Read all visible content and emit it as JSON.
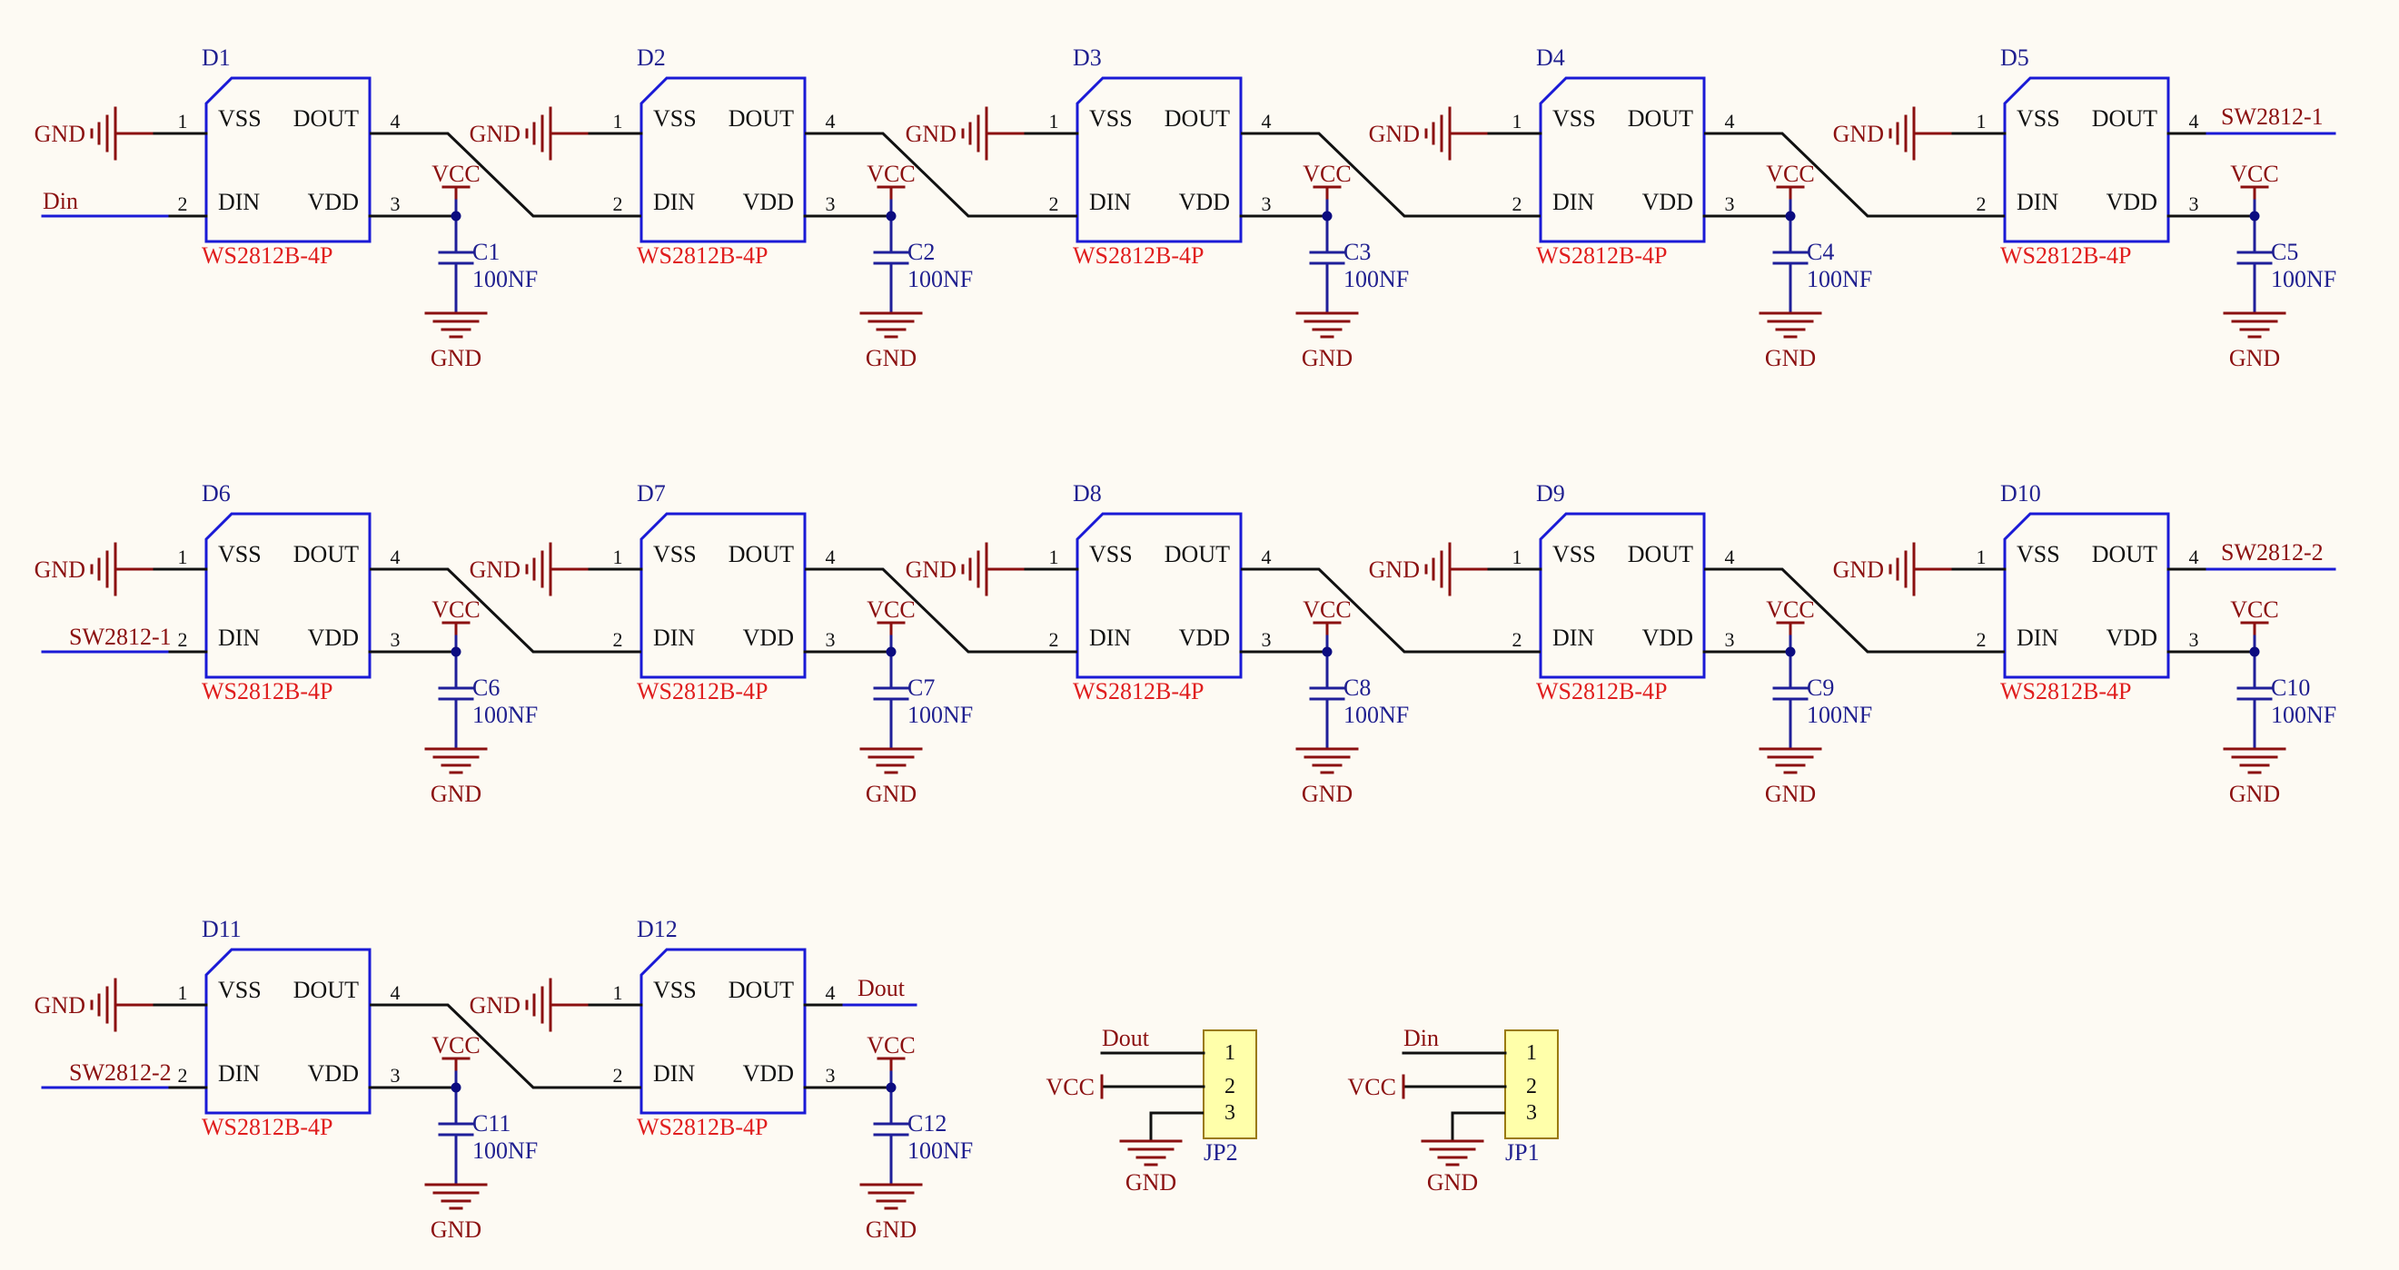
{
  "colors": {
    "background": "#fdfaf3",
    "body": "#1a1ad6",
    "wire": "#111111",
    "designator": "#1f1f8f",
    "comment": "#e01e1e",
    "power": "#8b1010",
    "cap": "#1f1f9a",
    "junction": "#0c0c80",
    "header_fill": "#ffffaa",
    "header_stroke": "#9a7a10"
  },
  "led": {
    "comment": "WS2812B-4P",
    "pins": {
      "vss": "VSS",
      "dout": "DOUT",
      "din": "DIN",
      "vdd": "VDD"
    },
    "pin_numbers": {
      "vss": "1",
      "dout": "4",
      "din": "2",
      "vdd": "3"
    }
  },
  "power": {
    "gnd": "GND",
    "vcc": "VCC"
  },
  "capacitor_value": "100NF",
  "leds": [
    {
      "ref": "D1",
      "cap": "C1"
    },
    {
      "ref": "D2",
      "cap": "C2"
    },
    {
      "ref": "D3",
      "cap": "C3"
    },
    {
      "ref": "D4",
      "cap": "C4"
    },
    {
      "ref": "D5",
      "cap": "C5"
    },
    {
      "ref": "D6",
      "cap": "C6"
    },
    {
      "ref": "D7",
      "cap": "C7"
    },
    {
      "ref": "D8",
      "cap": "C8"
    },
    {
      "ref": "D9",
      "cap": "C9"
    },
    {
      "ref": "D10",
      "cap": "C10"
    },
    {
      "ref": "D11",
      "cap": "C11"
    },
    {
      "ref": "D12",
      "cap": "C12"
    }
  ],
  "net_labels": {
    "row1_in": "Din",
    "row1_out": "SW2812-1",
    "row2_in": "SW2812-1",
    "row2_out": "SW2812-2",
    "row3_in": "SW2812-2",
    "row3_out": "Dout"
  },
  "headers": [
    {
      "ref": "JP2",
      "signal": "Dout",
      "pins": [
        "1",
        "2",
        "3"
      ]
    },
    {
      "ref": "JP1",
      "signal": "Din",
      "pins": [
        "1",
        "2",
        "3"
      ]
    }
  ]
}
